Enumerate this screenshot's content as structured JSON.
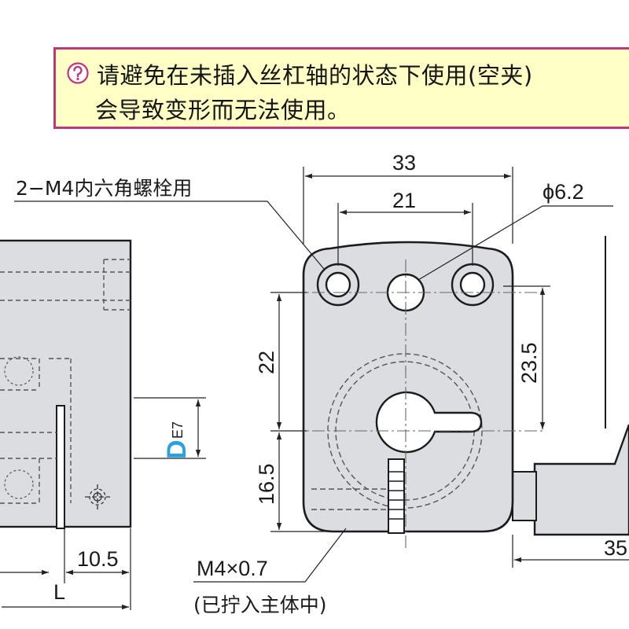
{
  "warning": {
    "icon": "caution-icon",
    "line1": "请避免在未插入丝杠轴的状态下使用(空夹)",
    "line2": "会导致变形而无法使用。",
    "border_color": "#c0357c",
    "background_color": "#ffffc6"
  },
  "labels": {
    "bolt": "2−M4内六角螺栓用",
    "hole": "ϕ6.2",
    "screw": "M4×0.7",
    "screw_note": "(已拧入主体中)",
    "d_letter": "D",
    "d_tol": "E7",
    "d_color": "#2aa0e0"
  },
  "dimensions": {
    "width_33": "33",
    "pitch_21": "21",
    "height_22": "22",
    "height_23_5": "23.5",
    "height_16_5": "16.5",
    "slot_10_5": "10.5",
    "length_L": "L",
    "side_35": "35"
  }
}
